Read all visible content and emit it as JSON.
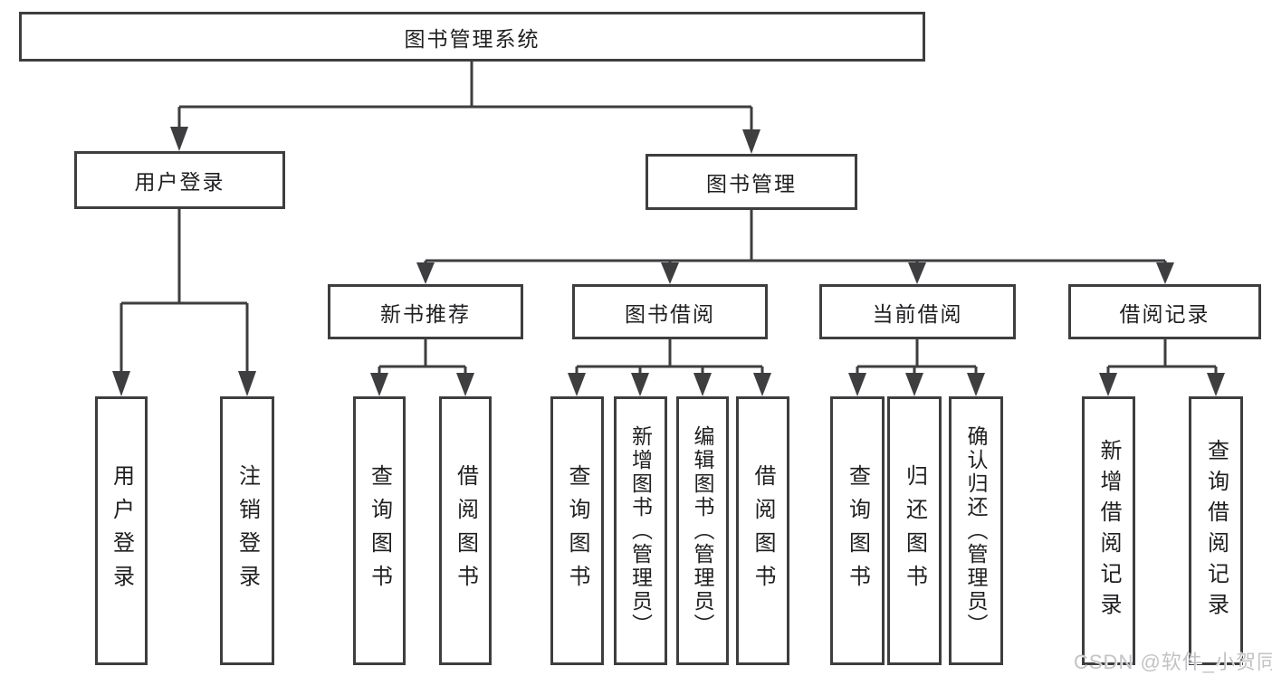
{
  "tree": {
    "label": "图书管理系统",
    "children": [
      {
        "label": "用户登录",
        "children": [
          {
            "label": "用户登录"
          },
          {
            "label": "注销登录"
          }
        ]
      },
      {
        "label": "图书管理",
        "children": [
          {
            "label": "新书推荐",
            "children": [
              {
                "label": "查询图书"
              },
              {
                "label": "借阅图书"
              }
            ]
          },
          {
            "label": "图书借阅",
            "children": [
              {
                "label": "查询图书"
              },
              {
                "label": "新增图书（管理员）"
              },
              {
                "label": "编辑图书（管理员）"
              },
              {
                "label": "借阅图书"
              }
            ]
          },
          {
            "label": "当前借阅",
            "children": [
              {
                "label": "查询图书"
              },
              {
                "label": "归还图书"
              },
              {
                "label": "确认归还（管理员）"
              }
            ]
          },
          {
            "label": "借阅记录",
            "children": [
              {
                "label": "新增借阅记录"
              },
              {
                "label": "查询借阅记录"
              }
            ]
          }
        ]
      }
    ]
  },
  "watermark": "CSDN @软件_小贺同学",
  "colors": {
    "line": "#3e3e40",
    "text": "#1f1f22",
    "watermark": "#c3c3c6",
    "background": "#ffffff"
  }
}
